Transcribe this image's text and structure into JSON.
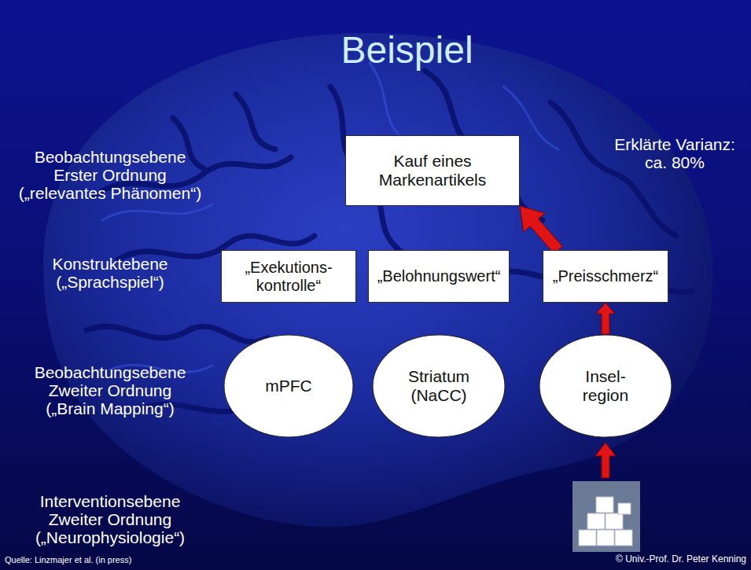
{
  "diagram": {
    "title": "Beispiel",
    "nodes": [
      {
        "text": [
          "Kauf eines Markenartikels"
        ]
      },
      {
        "text": [
          "„Exekutions- kontrolle“"
        ]
      },
      {
        "text": [
          "„Belohnungswert“"
        ]
      },
      {
        "text": [
          "„Preisschmerz“"
        ]
      },
      {
        "text": [
          "mPFC"
        ]
      },
      {
        "text": [
          "Striatum (NaCC)"
        ]
      },
      {
        "text": [
          "Insel- region"
        ]
      }
    ],
    "edges": [
      {
        "from": 3,
        "to": 0,
        "arrow": "to"
      },
      {
        "from": 6,
        "to": 3,
        "arrow": "to"
      }
    ],
    "labels": [
      "Erklärte Varianz: ca. 80%",
      "Beobachtungsebene Erster Ordnung („relevantes Phänomen“)",
      "Konstruktebene („Sprachspiel“)",
      "Beobachtungsebene Zweiter Ordnung („Brain Mapping“)",
      "Interventionsebene Zweiter Ordnung („Neurophysiologie“)",
      "Quelle: Linzmajer et al. (in press)",
      "© Univ.-Prof. Dr. Peter Kenning"
    ]
  }
}
